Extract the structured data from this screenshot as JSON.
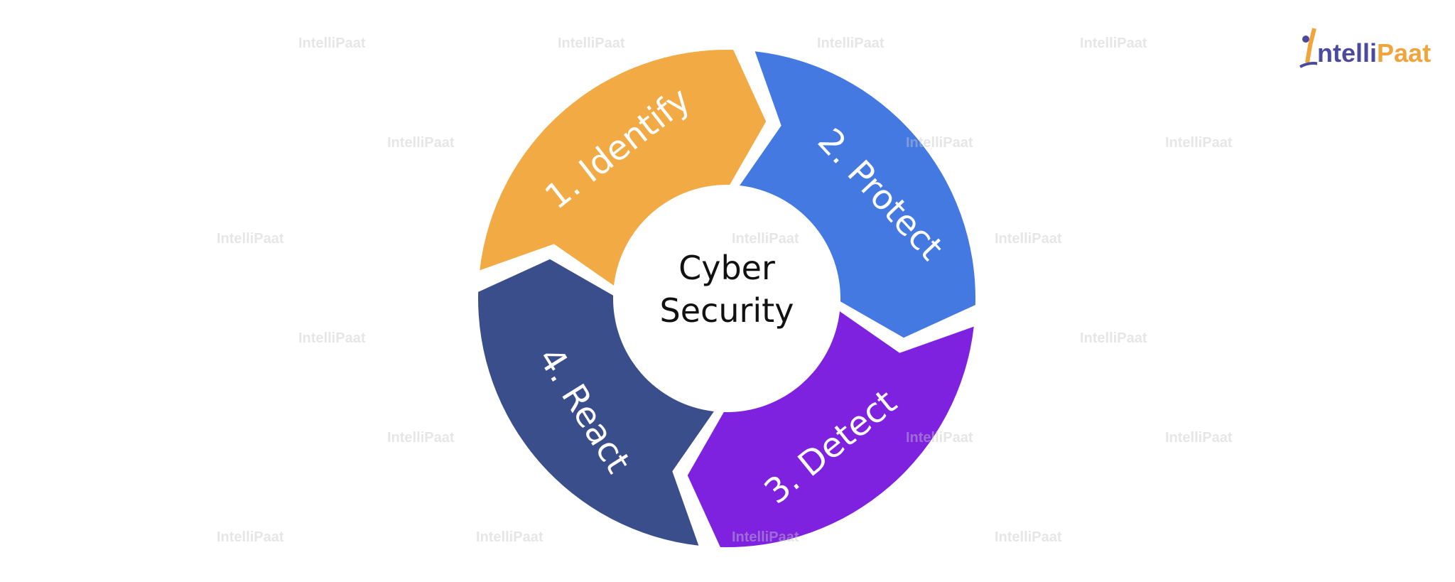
{
  "center": {
    "line1": "Cyber",
    "line2": "Security"
  },
  "steps": [
    {
      "label": "1. Identify",
      "color": "#F2AA44"
    },
    {
      "label": "2. Protect",
      "color": "#4479E2"
    },
    {
      "label": "3. Detect",
      "color": "#7E22E0"
    },
    {
      "label": "4. React",
      "color": "#3B4E8C"
    }
  ],
  "logo": {
    "part1": "ntelli",
    "part2": "Paat",
    "colors": {
      "primary": "#4B4A9C",
      "accent": "#F0A43C"
    }
  },
  "watermark": "IntelliPaat"
}
